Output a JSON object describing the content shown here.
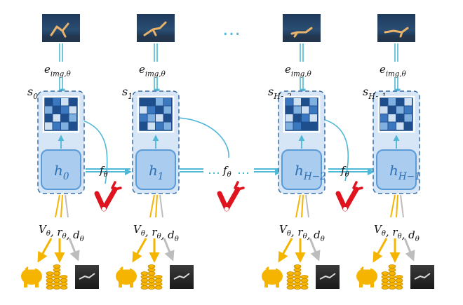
{
  "diagram": {
    "ellipsis": "…",
    "frame_label": "e",
    "frame_label_sub": "img,θ",
    "transition_label": "f",
    "transition_sub": "θ",
    "head_label": "V",
    "head_label_sub": "θ",
    "head_r": "r",
    "head_d": "d",
    "colors": {
      "cyan_arrow": "#4fb8d6",
      "state_fill": "#d6e6f6",
      "hidden_fill": "#a9ccef",
      "hidden_stroke": "#5a9bd8",
      "gold": "#f5b400",
      "gray_arrow": "#bdbdbd",
      "robot_red": "#e0141e",
      "grid_dark": "#1f4e8c"
    },
    "steps": [
      {
        "state": "s",
        "state_sub": "0",
        "hidden": "h",
        "hidden_sub": "0",
        "frame_icon": "walker-frame-1",
        "decode_icon": "decoded-frame-1"
      },
      {
        "state": "s",
        "state_sub": "1",
        "hidden": "h",
        "hidden_sub": "1",
        "frame_icon": "walker-frame-2",
        "decode_icon": "decoded-frame-2"
      },
      {
        "state": "s",
        "state_sub": "H−2",
        "hidden": "h",
        "hidden_sub": "H−2",
        "frame_icon": "walker-frame-3",
        "decode_icon": "decoded-frame-3"
      },
      {
        "state": "s",
        "state_sub": "H−1",
        "hidden": "h",
        "hidden_sub": "H−1",
        "frame_icon": "walker-frame-4",
        "decode_icon": "decoded-frame-4"
      }
    ]
  }
}
